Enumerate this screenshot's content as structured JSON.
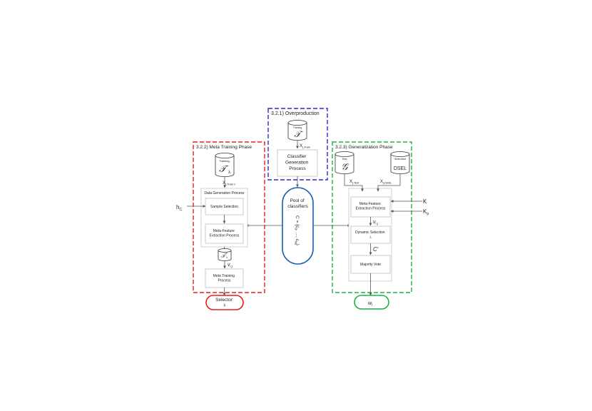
{
  "phases": {
    "overproduction": {
      "title": "3.2.1) Overproduction",
      "color": "#2a2acc"
    },
    "meta_training": {
      "title": "3.2.2) Meta Training Phase",
      "color": "#e02020"
    },
    "generalization": {
      "title": "3.2.3) Generalization Phase",
      "color": "#1fb04a"
    }
  },
  "overproduction": {
    "db_label": "Training",
    "db_symbol": "𝒯",
    "flow_label": "X",
    "flow_sub": "j,Train",
    "process_line1": "Classifier",
    "process_line2": "Generation",
    "process_line3": "Process"
  },
  "pool": {
    "line1": "Pool of",
    "line2": "classifiers",
    "set_label": "C = {c",
    "set_sub0": "0",
    "set_mid": ", ..., c",
    "set_subM": "M",
    "set_end": "}",
    "color": "#1a5fb4"
  },
  "meta_training": {
    "db_label": "Training,",
    "db_symbol": "𝒯",
    "db_sub": "λ",
    "flow_label": "X",
    "flow_sub": "j,Train λ",
    "group_title": "Data Generation Process",
    "sample_selection": "Sample Selection",
    "mfe_line1": "Meta-Feature",
    "mfe_line2": "Extraction Process",
    "small_db_symbol": "𝒯",
    "small_db_sup": "*",
    "small_db_sub": "λ",
    "v_label": "v",
    "v_sub": "i,j",
    "training_line1": "Meta Training",
    "training_line2": "Process",
    "input_h": "h",
    "input_h_sub": "C"
  },
  "generalization": {
    "test_db_label": "Test",
    "test_db_symbol": "𝒢",
    "sel_db_label": "Selection",
    "sel_db_symbol": "DSEL",
    "x_test": "X",
    "x_test_sub": "j,Test",
    "x_dsel": "X",
    "x_dsel_sub": "j,DSEL",
    "mfe_line1": "Meta-Feature",
    "mfe_line2": "Extraction Process",
    "v_label": "v",
    "v_sub": "i,j",
    "ds_line1": "Dynamic Selection",
    "ds_line2": "λ",
    "c_prime": "C′",
    "majority": "Majority Vote",
    "input_k": "K",
    "input_kp": "K",
    "input_kp_sub": "p"
  },
  "outputs": {
    "selector_line1": "Selector",
    "selector_line2": "λ",
    "selector_color": "#e02020",
    "wl": "w",
    "wl_sub": "l",
    "wl_color": "#1fb04a"
  }
}
